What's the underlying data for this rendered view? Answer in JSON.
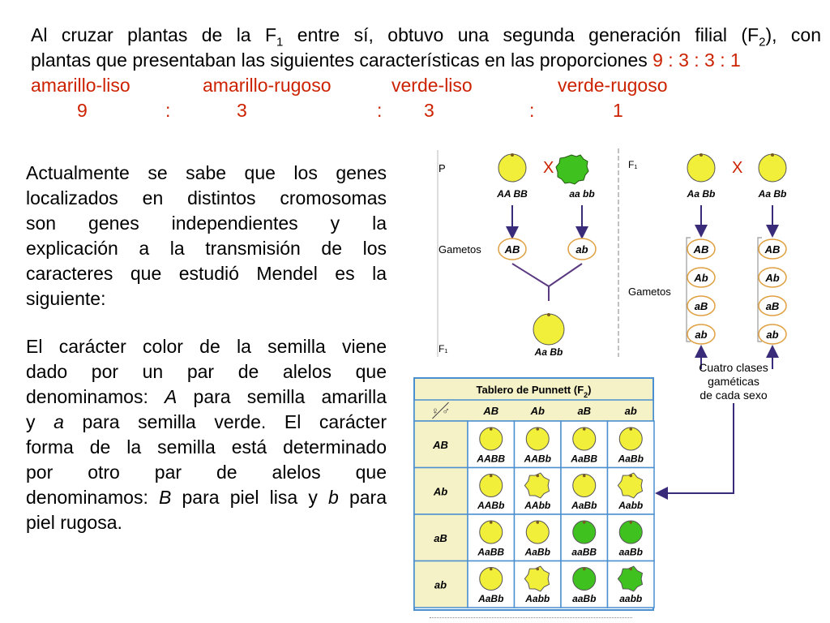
{
  "intro": {
    "line1_a": "Al cruzar plantas de la F",
    "line1_sub1": "1",
    "line1_b": " entre sí, obtuvo una segunda generación filial (F",
    "line1_sub2": "2",
    "line1_c": "), con",
    "line2_a": "plantas que presentaban las siguientes características en las proporciones ",
    "line2_ratio": "9 : 3 : 3 : 1"
  },
  "phenotypes": [
    "amarillo-liso",
    "amarillo-rugoso",
    "verde-liso",
    "verde-rugoso"
  ],
  "ratios": [
    "9",
    ":",
    "3",
    ":",
    "3",
    ":",
    "1"
  ],
  "para1": {
    "lines": [
      "Actualmente se sabe que los genes",
      "localizados en distintos cromosomas",
      "son genes independientes y la",
      "explicación a la transmisión de los",
      "caracteres que estudió Mendel es la"
    ],
    "last": "siguiente:"
  },
  "para2": {
    "l1": "El carácter color de la semilla viene",
    "l2": "dado por un par de alelos que",
    "l3a": "denominamos: ",
    "l3b": "A",
    "l3c": " para semilla amarilla",
    "l4a": "y ",
    "l4b": "a",
    "l4c": " para semilla verde. El carácter",
    "l5": "forma de la semilla está determinado",
    "l6": "por otro par de alelos que",
    "l7a": "denominamos: ",
    "l7b": "B",
    "l7c": " para piel lisa y ",
    "l7d": "b",
    "l7e": " para",
    "l8": "piel rugosa."
  },
  "diagram": {
    "p_label": "P",
    "f1_label_left": "F₁",
    "f1_label_right": "F₁",
    "gametos_label": "Gametos",
    "cross_symbol": "X",
    "p_parent1": "AA BB",
    "p_parent2": "aa bb",
    "p_gamete1": "AB",
    "p_gamete2": "ab",
    "f1_offspring": "Aa Bb",
    "f1_parent1": "Aa Bb",
    "f1_parent2": "Aa Bb",
    "f1_gametes": [
      "AB",
      "Ab",
      "aB",
      "ab"
    ],
    "caption_lines": [
      "Cuatro clases",
      "gaméticas",
      "de cada sexo"
    ]
  },
  "punnett": {
    "title": "Tablero de Punnett (F",
    "title_sub": "2",
    "title_end": ")",
    "corner": "♀ ♂",
    "headers": [
      "AB",
      "Ab",
      "aB",
      "ab"
    ],
    "rows": [
      "AB",
      "Ab",
      "aB",
      "ab"
    ],
    "cells": [
      [
        "AABB",
        "AABb",
        "AaBB",
        "AaBb"
      ],
      [
        "AABb",
        "AAbb",
        "AaBb",
        "Aabb"
      ],
      [
        "AaBB",
        "AaBb",
        "aaBB",
        "aaBb"
      ],
      [
        "AaBb",
        "Aabb",
        "aaBb",
        "aabb"
      ]
    ]
  },
  "colors": {
    "red_text": "#cc2200",
    "yellow_seed": "#f2ef3a",
    "green_seed": "#3fc21f",
    "arrow": "#3a2a7a",
    "table_border": "#4a8fd0",
    "table_header": "#f6f2c8"
  }
}
